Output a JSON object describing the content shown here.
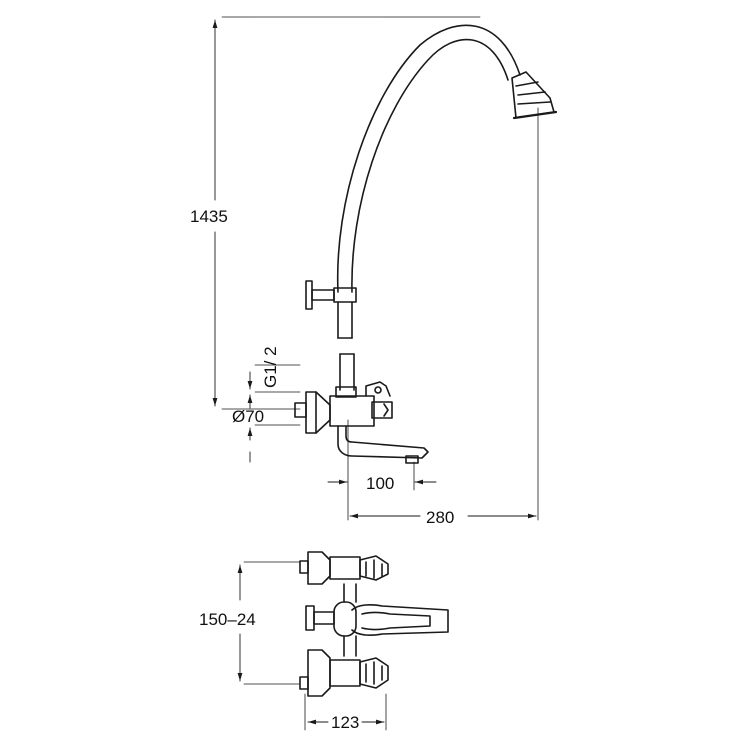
{
  "dimensions": {
    "total_height": "1435",
    "connection_thread": "G1/ 2",
    "rosette_diameter": "Ø70",
    "spout_projection": "100",
    "overall_projection": "280",
    "center_distance": "150–24",
    "depth": "123"
  },
  "colors": {
    "line": "#1a1a1a",
    "background": "#ffffff"
  }
}
